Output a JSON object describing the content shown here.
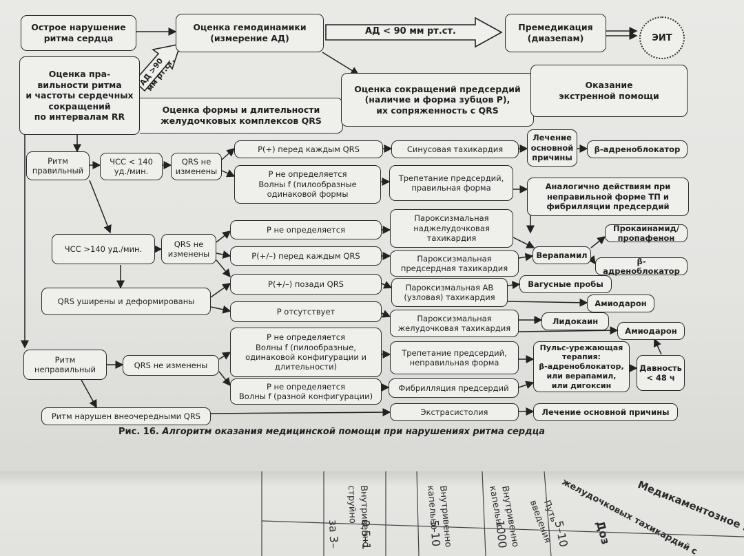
{
  "nodes": {
    "n1": "Острое нарушение\nритма сердца",
    "n2": "Оценка гемодинамики\n(измерение АД)",
    "n3": "АД < 90 мм рт.ст.",
    "n4": "Премедикация\n(диазепам)",
    "n5": "ЭИТ",
    "n6": "Оценка пра-\nвильности ритма\nи частоты сердечных\nсокращений\nпо интервалам RR",
    "n7": "АД >90\nмм рт.ст.",
    "n8": "Оценка формы и длительности\nжелудочковых комплексов QRS",
    "n9": "Оценка сокращений предсердий\n(наличие и форма зубцов P),\nих сопряженность с QRS",
    "n10": "Оказание\nэкстренной помощи",
    "n11": "Ритм\nправильный",
    "n12": "ЧСС < 140\nуд./мин.",
    "n13": "QRS не\nизменены",
    "n14": "P(+) перед каждым QRS",
    "n15": "Синусовая тахикардия",
    "n16": "Лечение\nосновной\nпричины",
    "n17": "β-адреноблокатор",
    "n18": "P не определяется\nВолны f (пилообразные\nодинаковой формы",
    "n19": "Трепетание предсердий,\nправильная форма",
    "n20": "Аналогично действиям при\nнеправильной форме ТП и\nфибрилляции предсердий",
    "n21": "P не определяется",
    "n22": "Пароксизмальная\nнаджелудочковая\nтахикардия",
    "n23": "Прокаинамид/пропафенон",
    "n24": "ЧСС >140 уд./мин.",
    "n25": "QRS не\nизменены",
    "n26": "P(+/–) перед каждым QRS",
    "n27": "Пароксизмальная\nпредсердная тахикардия",
    "n28": "Верапамил",
    "n29": "β-адреноблокатор",
    "n30": "P(+/–) позади QRS",
    "n31": "Пароксизмальная АВ\n(узловая) тахикардия",
    "n32": "Вагусные пробы",
    "n33": "QRS уширены и деформированы",
    "n34": "Амиодарон",
    "n35": "P отсутствует",
    "n36": "Пароксизмальная\nжелудочковая тахикардия",
    "n37": "Лидокаин",
    "n38": "Амиодарон",
    "n39": "P не определяется\nВолны f (пилообразные,\nодинаковой конфигурации и\nдлительности)",
    "n40": "Ритм\nнеправильный",
    "n41": "QRS не изменены",
    "n42": "Трепетание предсердий,\nнеправильная форма",
    "n43": "Пульс-урежающая\nтерапия:\nβ-адреноблокатор,\nили верапамил,\nили дигоксин",
    "n44": "Давность\n< 48 ч",
    "n45": "P не определяется\nВолны f (разной конфигурации)",
    "n46": "Фибрилляция предсердий",
    "n47": "Ритм нарушен внеочередными QRS",
    "n48": "Экстрасистолия",
    "n49": "Лечение основной причины"
  },
  "caption": {
    "label": "Рис. 16.",
    "text": "Алгоритм оказания медицинской помощи при нарушениях ритма сердца"
  },
  "next_page": {
    "lines": [
      "Медикаментозное купирова",
      "желудочковых тахикардий с",
      "Путь",
      "введения",
      "Внутривенно",
      "капельно",
      "Внутривенно",
      "капельно",
      "Внутривенно",
      "струйно",
      "5–10",
      "1000",
      "5–10",
      "0,5–1",
      "за 3–",
      "Доз"
    ]
  }
}
